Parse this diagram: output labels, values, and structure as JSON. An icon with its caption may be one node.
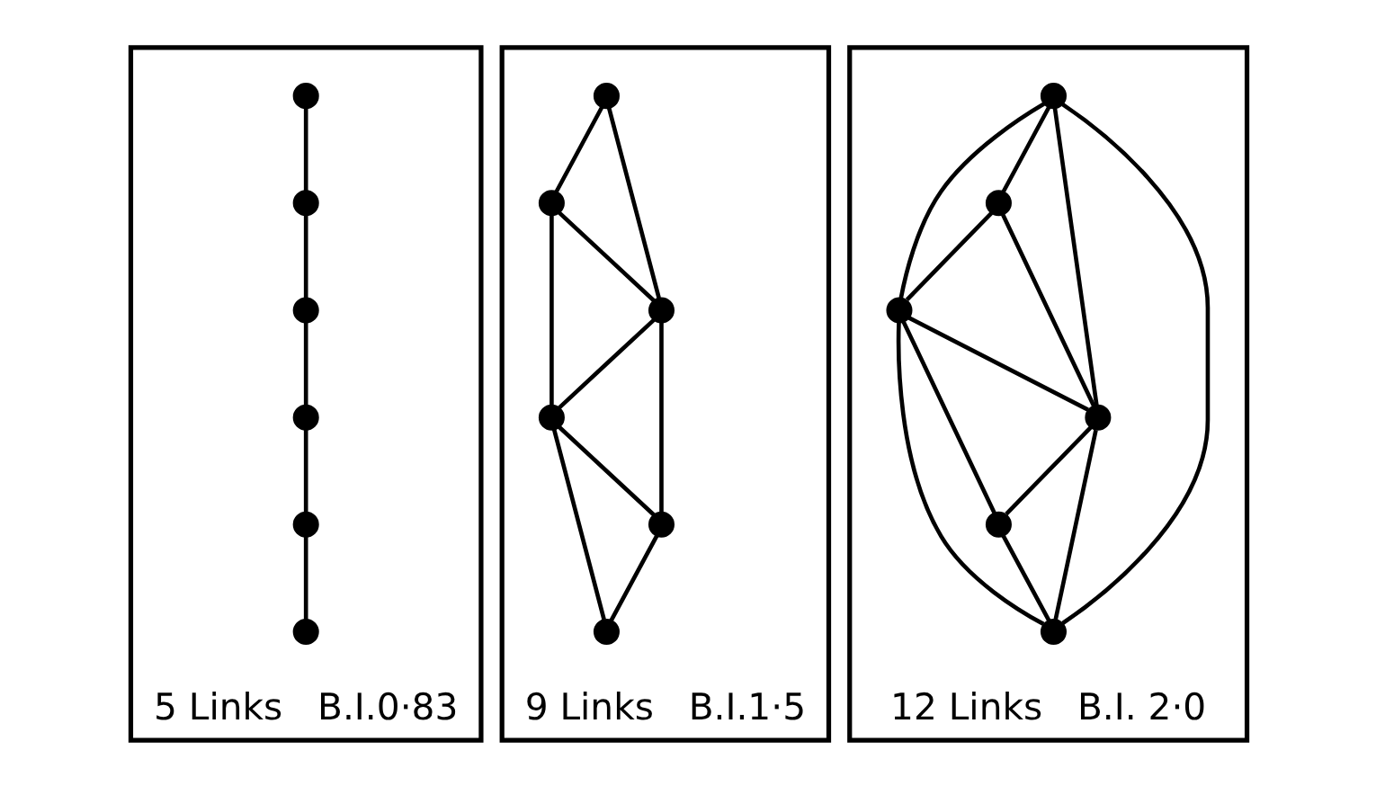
{
  "diagram": {
    "nodes": [
      {
        "text": [
          "5 Links",
          "B.I.0·83"
        ]
      },
      {
        "text": [],
        "shape": "circle",
        "in": 0
      },
      {
        "text": [],
        "shape": "circle",
        "in": 0
      },
      {
        "text": [],
        "shape": "circle",
        "in": 0
      },
      {
        "text": [],
        "shape": "circle",
        "in": 0
      },
      {
        "text": [],
        "shape": "circle",
        "in": 0
      },
      {
        "text": [],
        "shape": "circle",
        "in": 0
      },
      {
        "text": [
          "9 Links",
          "B.I.1·5"
        ]
      },
      {
        "text": [],
        "shape": "circle",
        "in": 7
      },
      {
        "text": [],
        "shape": "circle",
        "in": 7
      },
      {
        "text": [],
        "shape": "circle",
        "in": 7
      },
      {
        "text": [],
        "shape": "circle",
        "in": 7
      },
      {
        "text": [],
        "shape": "circle",
        "in": 7
      },
      {
        "text": [],
        "shape": "circle",
        "in": 7
      },
      {
        "text": [
          "12 Links",
          "B.I. 2·0"
        ]
      },
      {
        "text": [],
        "shape": "circle",
        "in": 14
      },
      {
        "text": [],
        "shape": "circle",
        "in": 14
      },
      {
        "text": [],
        "shape": "circle",
        "in": 14
      },
      {
        "text": [],
        "shape": "circle",
        "in": 14
      },
      {
        "text": [],
        "shape": "circle",
        "in": 14
      },
      {
        "text": [],
        "shape": "circle",
        "in": 14
      }
    ],
    "edges": [
      {
        "from": 1,
        "to": 2,
        "arrow": "none"
      },
      {
        "from": 2,
        "to": 3,
        "arrow": "none"
      },
      {
        "from": 3,
        "to": 4,
        "arrow": "none"
      },
      {
        "from": 4,
        "to": 5,
        "arrow": "none"
      },
      {
        "from": 5,
        "to": 6,
        "arrow": "none"
      },
      {
        "from": 8,
        "to": 9,
        "arrow": "none"
      },
      {
        "from": 8,
        "to": 10,
        "arrow": "none"
      },
      {
        "from": 9,
        "to": 10,
        "arrow": "none"
      },
      {
        "from": 9,
        "to": 11,
        "arrow": "none"
      },
      {
        "from": 10,
        "to": 11,
        "arrow": "none"
      },
      {
        "from": 10,
        "to": 12,
        "arrow": "none"
      },
      {
        "from": 11,
        "to": 12,
        "arrow": "none"
      },
      {
        "from": 11,
        "to": 13,
        "arrow": "none"
      },
      {
        "from": 12,
        "to": 13,
        "arrow": "none"
      },
      {
        "from": 15,
        "to": 16,
        "arrow": "none"
      },
      {
        "from": 15,
        "to": 17,
        "arrow": "none"
      },
      {
        "from": 16,
        "to": 17,
        "arrow": "none"
      },
      {
        "from": 16,
        "to": 18,
        "arrow": "none"
      },
      {
        "from": 17,
        "to": 18,
        "arrow": "none"
      },
      {
        "from": 17,
        "to": 19,
        "arrow": "none"
      },
      {
        "from": 18,
        "to": 19,
        "arrow": "none"
      },
      {
        "from": 18,
        "to": 20,
        "arrow": "none"
      },
      {
        "from": 19,
        "to": 20,
        "arrow": "none"
      },
      {
        "from": 15,
        "to": 18,
        "arrow": "none"
      },
      {
        "from": 15,
        "to": 20,
        "arrow": "none"
      },
      {
        "from": 17,
        "to": 20,
        "arrow": "none"
      }
    ]
  }
}
